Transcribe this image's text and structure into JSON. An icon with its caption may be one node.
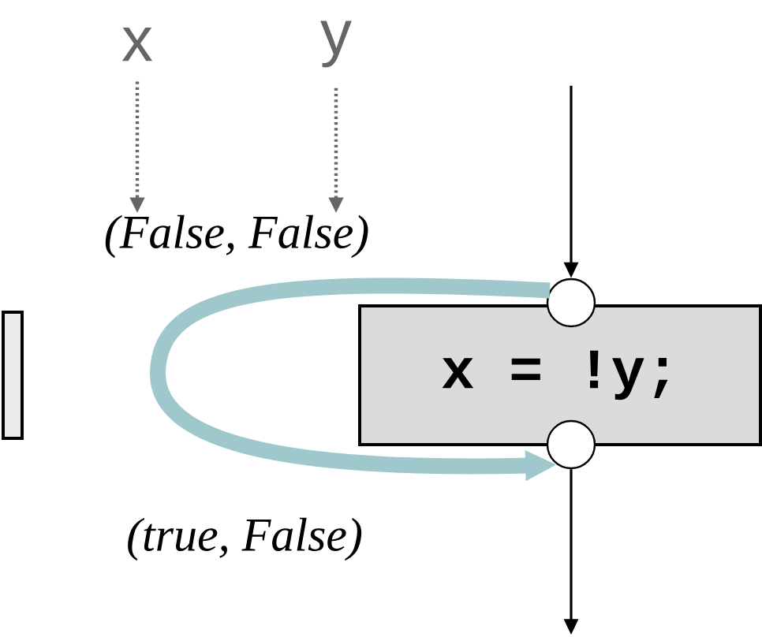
{
  "diagram": {
    "nodes": [
      {
        "text": [
          "x"
        ]
      },
      {
        "text": [
          "y"
        ]
      },
      {
        "text": [
          "(False, False)"
        ]
      },
      {
        "text": [],
        "shape": "box"
      },
      {
        "text": [
          "x = !y;"
        ]
      },
      {
        "text": [],
        "shape": "circle"
      },
      {
        "text": [],
        "shape": "circle"
      },
      {
        "text": [
          "(true, False)"
        ]
      }
    ],
    "edges": [
      {
        "from": 0,
        "to": 2,
        "arrow": "to",
        "style": "dashed",
        "color": "#666666"
      },
      {
        "from": 1,
        "to": 2,
        "arrow": "to",
        "style": "dashed",
        "color": "#666666"
      },
      {
        "from": null,
        "to": 5,
        "arrow": "to",
        "color": "#000000"
      },
      {
        "from": 5,
        "to": 6,
        "arrow": "to",
        "style": "thick",
        "color": "#9fc8cc"
      },
      {
        "from": 6,
        "to": null,
        "arrow": "to",
        "color": "#000000"
      }
    ]
  }
}
